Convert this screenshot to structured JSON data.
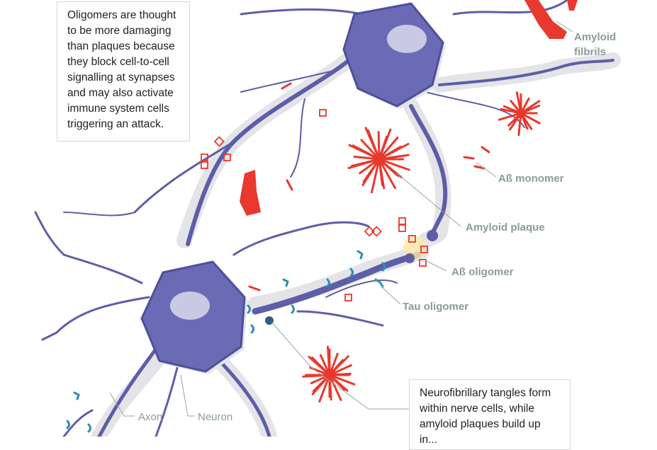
{
  "callouts": {
    "oligomers_note": "Oligomers are thought to be more damaging than plaques because they block cell-to-cell signalling at synapses and may also activate immune system cells triggering an attack.",
    "tangles_note": "Neurofibrillary tangles form within nerve cells, while amyloid plaques build up in..."
  },
  "labels": {
    "amyloid_fibrils_1": "Amyloid",
    "amyloid_fibrils_2": "filbrils",
    "abeta_monomer": "Aß monomer",
    "amyloid_plaque": "Amyloid plaque",
    "abeta_oligomer": "Aß oligomer",
    "tau_oligomer": "Tau oligomer",
    "axon": "Axon",
    "neuron": "Neuron"
  },
  "colors": {
    "neuron": "#6a6bb4",
    "amyloid": "#e8392e",
    "tau": "#2d8fb3",
    "label": "#8c9b97"
  }
}
